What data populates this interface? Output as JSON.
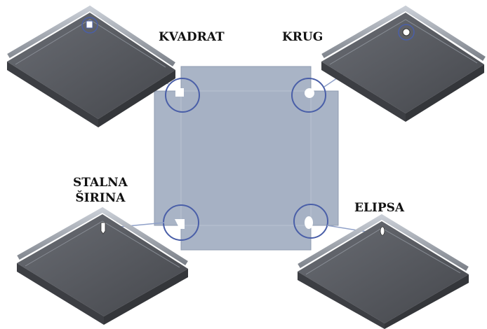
{
  "labels": {
    "kvadrat": "KVADRAT",
    "krug": "KRUG",
    "stalna_sirina": "STALNA\nŠIRINA",
    "elipsa": "ELIPSA"
  },
  "colors": {
    "sheet_fill": "#a9b4c6",
    "sheet_edge": "#8f9bb0",
    "callout_stroke": "#4a5fa8",
    "plate_top": "#55585e",
    "plate_side": "#3c3e43",
    "plate_rim": "#9aa0a8",
    "label_text": "#111111"
  }
}
